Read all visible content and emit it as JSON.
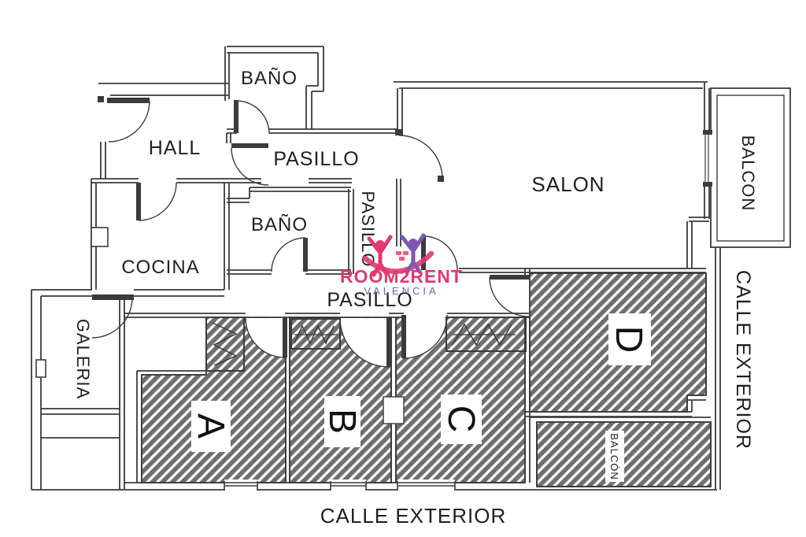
{
  "labels": {
    "bano_top": "BAÑO",
    "hall": "HALL",
    "pasillo_top": "PASILLO",
    "salon": "SALON",
    "balcon": "BALCON",
    "bano_mid": "BAÑO",
    "pasillo_vertical": "PASILLO",
    "cocina": "COCINA",
    "pasillo_mid": "PASILLO",
    "galeria": "GALERIA",
    "room_a": "A",
    "room_b": "B",
    "room_c": "C",
    "room_d": "D",
    "balcon_small": "BALCÓN",
    "calle_exterior_bottom": "CALLE EXTERIOR",
    "calle_exterior_right": "CALLE EXTERIOR"
  },
  "logo": {
    "brand": "ROOM2RENT",
    "city": "VALENCIA",
    "brand_color": "#e03a6e",
    "city_color": "#7e57b5"
  },
  "colors": {
    "wall": "#3b3b3b",
    "hatch_stripe": "#6f6f6f",
    "background": "#ffffff"
  }
}
